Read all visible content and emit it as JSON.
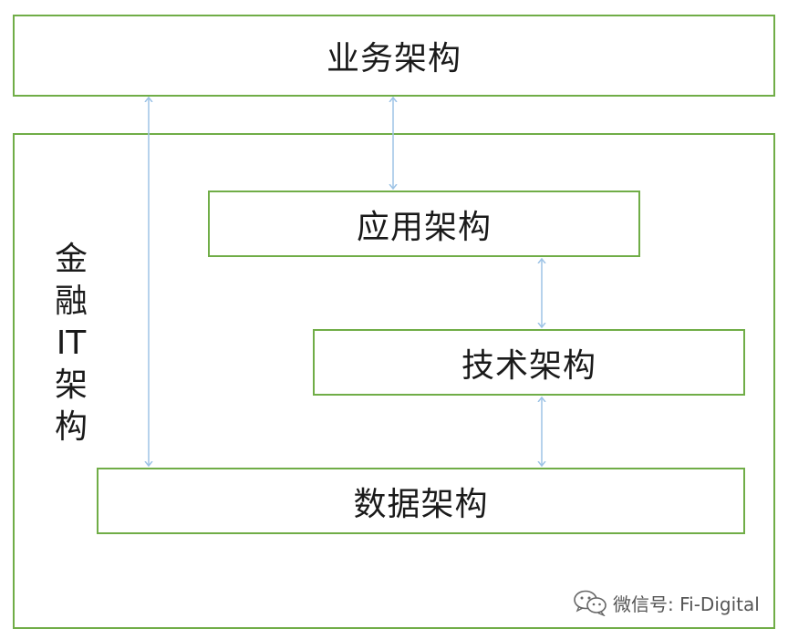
{
  "boxes": {
    "business": "业务架构",
    "application": "应用架构",
    "technology": "技术架构",
    "data": "数据架构"
  },
  "outer_label": [
    "金",
    "融",
    "IT",
    "架",
    "构"
  ],
  "watermark": {
    "text": "微信号: Fi-Digital",
    "icon": "wechat-icon"
  },
  "colors": {
    "border": "#70ad47",
    "arrow": "#9dc3e6"
  }
}
